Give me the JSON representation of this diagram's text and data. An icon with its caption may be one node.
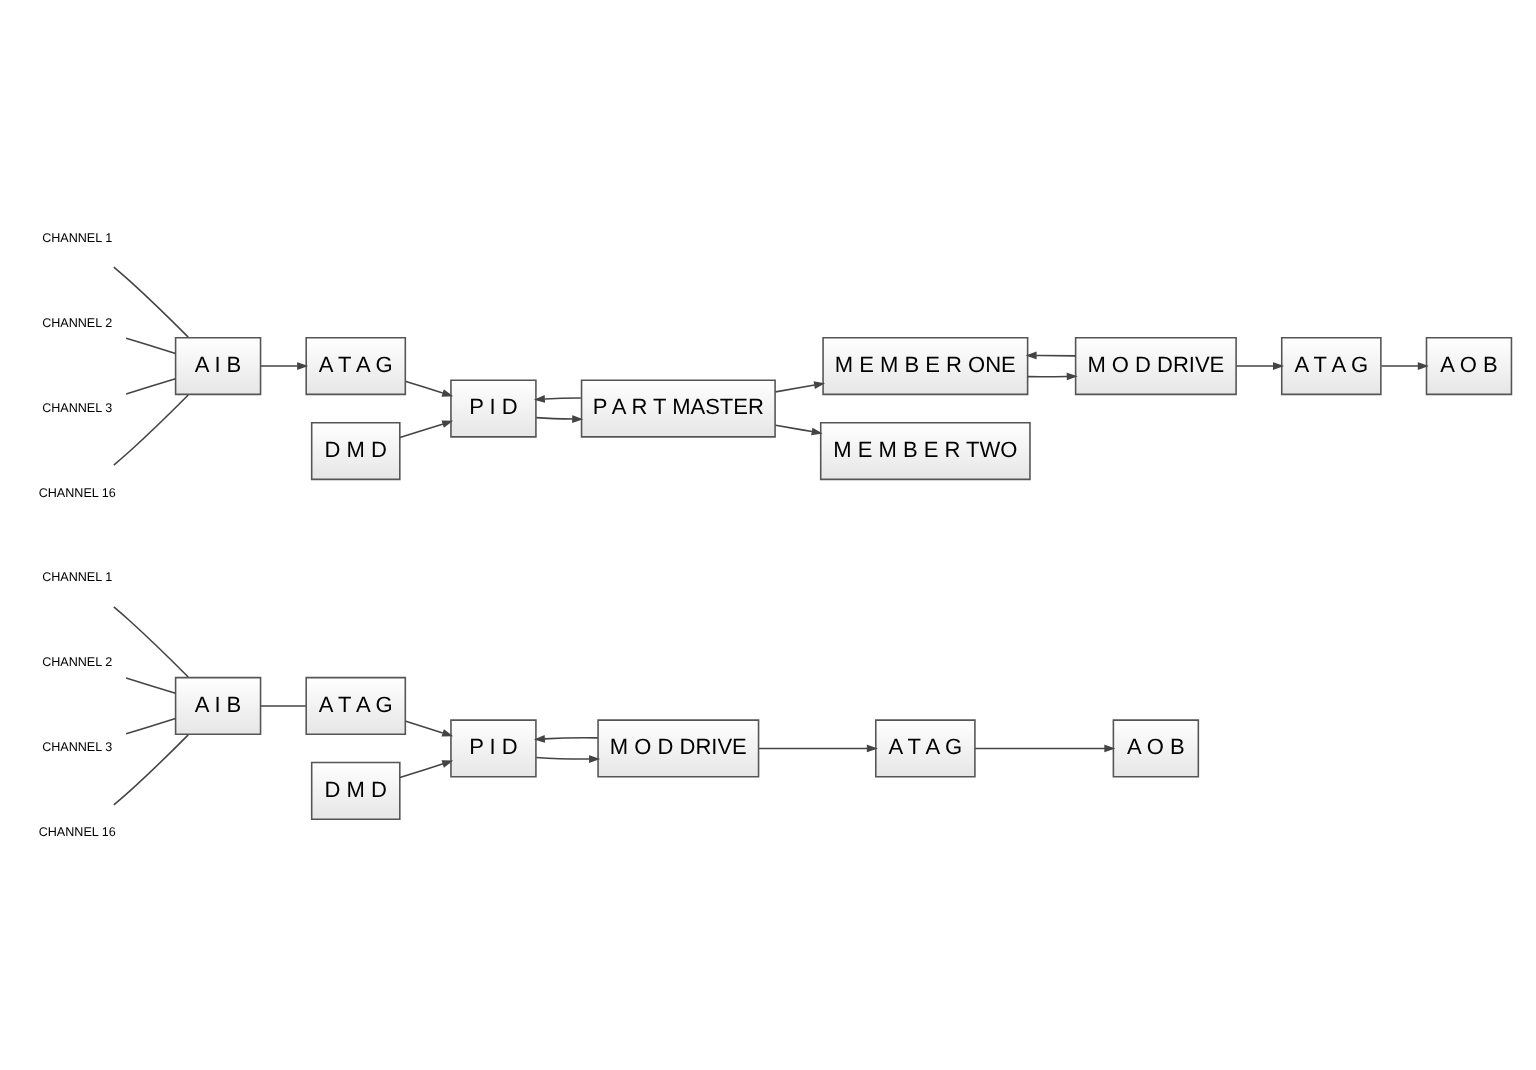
{
  "diagram": {
    "nodes": [
      {
        "text": [
          "CHANNEL 1"
        ]
      },
      {
        "text": [
          "CHANNEL 2"
        ]
      },
      {
        "text": [
          "CHANNEL 3"
        ]
      },
      {
        "text": [
          "CHANNEL 16"
        ]
      },
      {
        "text": [
          "A I B"
        ]
      },
      {
        "text": [
          "A T A G"
        ]
      },
      {
        "text": [
          "D M D"
        ]
      },
      {
        "text": [
          "P I D"
        ]
      },
      {
        "text": [
          "M O D DRIVE"
        ]
      },
      {
        "text": [
          "A T A G"
        ]
      },
      {
        "text": [
          "A O B"
        ]
      },
      {
        "text": [
          "CHANNEL 1"
        ]
      },
      {
        "text": [
          "CHANNEL 2"
        ]
      },
      {
        "text": [
          "CHANNEL 3"
        ]
      },
      {
        "text": [
          "CHANNEL 16"
        ]
      },
      {
        "text": [
          "A I B"
        ]
      },
      {
        "text": [
          "A T A G"
        ]
      },
      {
        "text": [
          "D M D"
        ]
      },
      {
        "text": [
          "P I D"
        ]
      },
      {
        "text": [
          "P A R T MASTER"
        ]
      },
      {
        "text": [
          "M E M B E R ONE"
        ]
      },
      {
        "text": [
          "M E M B E R TWO"
        ]
      },
      {
        "text": [
          "M O D DRIVE"
        ]
      },
      {
        "text": [
          "A T A G"
        ]
      },
      {
        "text": [
          "A O B"
        ]
      }
    ],
    "edges": [
      {
        "from": 0,
        "to": 4,
        "arrow": "none"
      },
      {
        "from": 1,
        "to": 4,
        "arrow": "none"
      },
      {
        "from": 2,
        "to": 4,
        "arrow": "none"
      },
      {
        "from": 3,
        "to": 4,
        "arrow": "none"
      },
      {
        "from": 4,
        "to": 5,
        "arrow": "none"
      },
      {
        "from": 5,
        "to": 7,
        "arrow": "to"
      },
      {
        "from": 6,
        "to": 7,
        "arrow": "to"
      },
      {
        "from": 7,
        "to": 8,
        "arrow": "to"
      },
      {
        "from": 8,
        "to": 7,
        "arrow": "to"
      },
      {
        "from": 8,
        "to": 9,
        "arrow": "to"
      },
      {
        "from": 9,
        "to": 10,
        "arrow": "to"
      },
      {
        "from": 11,
        "to": 15,
        "arrow": "none"
      },
      {
        "from": 12,
        "to": 15,
        "arrow": "none"
      },
      {
        "from": 13,
        "to": 15,
        "arrow": "none"
      },
      {
        "from": 14,
        "to": 15,
        "arrow": "none"
      },
      {
        "from": 15,
        "to": 16,
        "arrow": "to"
      },
      {
        "from": 16,
        "to": 18,
        "arrow": "to"
      },
      {
        "from": 17,
        "to": 18,
        "arrow": "to"
      },
      {
        "from": 18,
        "to": 19,
        "arrow": "to"
      },
      {
        "from": 19,
        "to": 18,
        "arrow": "to"
      },
      {
        "from": 19,
        "to": 20,
        "arrow": "to"
      },
      {
        "from": 19,
        "to": 21,
        "arrow": "to"
      },
      {
        "from": 20,
        "to": 22,
        "arrow": "to"
      },
      {
        "from": 22,
        "to": 20,
        "arrow": "to"
      },
      {
        "from": 22,
        "to": 23,
        "arrow": "to"
      },
      {
        "from": 23,
        "to": 24,
        "arrow": "to"
      }
    ]
  }
}
